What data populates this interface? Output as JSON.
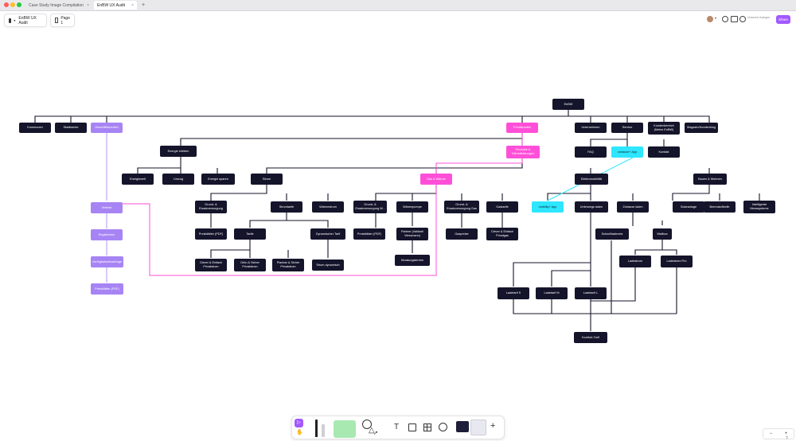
{
  "browser": {
    "tabs": [
      {
        "label": "Case Study Image Compilation"
      },
      {
        "label": "EnBW UX Audit"
      }
    ],
    "new_tab": "+"
  },
  "header": {
    "file_name": "EnBW UX Audit",
    "page_label": "Page 1",
    "share_label": "Share",
    "user_status": "Unsaved changes"
  },
  "zoom": {
    "minus": "−",
    "plus": "+",
    "help": "?"
  },
  "nodes": [
    {
      "id": "enbw",
      "label": "EnBW",
      "style": "dark"
    },
    {
      "id": "kommunen",
      "label": "Kommunen",
      "style": "dark"
    },
    {
      "id": "stadtwerke",
      "label": "Stadtwerke",
      "style": "dark"
    },
    {
      "id": "geschaeft",
      "label": "Geschäftskunden",
      "style": "purple"
    },
    {
      "id": "privat",
      "label": "Privatkunden",
      "style": "pink"
    },
    {
      "id": "unternehmen",
      "label": "Unternehmen",
      "style": "dark"
    },
    {
      "id": "service",
      "label": "Service",
      "style": "dark"
    },
    {
      "id": "kundenbereich",
      "label": "Kundenbereich\n(Meine EnBW)",
      "style": "dark"
    },
    {
      "id": "magazin",
      "label": "Magazin/Kundenblog",
      "style": "dark"
    },
    {
      "id": "energie_erleben",
      "label": "Energie erleben",
      "style": "dark"
    },
    {
      "id": "produkte",
      "label": "Produkte &\nDienstleistungen",
      "style": "pink"
    },
    {
      "id": "faq",
      "label": "FAQ",
      "style": "dark"
    },
    {
      "id": "zuhause_app",
      "label": "zuhause+ App",
      "style": "cyan"
    },
    {
      "id": "kontakt",
      "label": "Kontakt",
      "style": "dark"
    },
    {
      "id": "energiewelt",
      "label": "Energiewelt",
      "style": "dark"
    },
    {
      "id": "umzug",
      "label": "Umzug",
      "style": "dark"
    },
    {
      "id": "energie_sparen",
      "label": "Energie sparen",
      "style": "dark"
    },
    {
      "id": "strom",
      "label": "Strom",
      "style": "dark"
    },
    {
      "id": "gas_waerme",
      "label": "Gas & Wärme",
      "style": "pink"
    },
    {
      "id": "elektromob",
      "label": "Elektromobilität",
      "style": "dark"
    },
    {
      "id": "bauen",
      "label": "Bauen & Wohnen",
      "style": "dark"
    },
    {
      "id": "vertrieb",
      "label": "Vertrieb",
      "style": "purple"
    },
    {
      "id": "grund_strom",
      "label": "Grund- &\nErsatzversorgung",
      "style": "dark"
    },
    {
      "id": "stromtarife",
      "label": "Stromtarife",
      "style": "dark"
    },
    {
      "id": "waermestrom",
      "label": "Wärmestrom",
      "style": "dark"
    },
    {
      "id": "grund_waerme",
      "label": "Grund- &\nErsatzversorgung W...",
      "style": "dark"
    },
    {
      "id": "waermepumpe",
      "label": "Wärmepumpe",
      "style": "dark"
    },
    {
      "id": "grund_gas",
      "label": "Grund- &\nErsatzversorgung Gas",
      "style": "dark"
    },
    {
      "id": "gastarife",
      "label": "Gastarife",
      "style": "dark"
    },
    {
      "id": "mobility_app",
      "label": "mobility+ App",
      "style": "cyan"
    },
    {
      "id": "unterwegs",
      "label": "Unterwegs laden",
      "style": "dark"
    },
    {
      "id": "zuhause_laden",
      "label": "Zuhause laden",
      "style": "dark"
    },
    {
      "id": "solaranlage",
      "label": "Solaranlage",
      "style": "dark"
    },
    {
      "id": "brennstoff",
      "label": "Brennstoffzelle",
      "style": "dark"
    },
    {
      "id": "messsysteme",
      "label": "Intelligente\nMesssysteme",
      "style": "dark"
    },
    {
      "id": "registrieren",
      "label": "Registrieren",
      "style": "purple"
    },
    {
      "id": "preisblaetter_strom",
      "label": "Preisblätter (PDF)",
      "style": "dark"
    },
    {
      "id": "tarife",
      "label": "Tarife",
      "style": "dark"
    },
    {
      "id": "dyn_tarif",
      "label": "Dynamischer Tarif",
      "style": "dark"
    },
    {
      "id": "preisblaetter_waerme",
      "label": "Preisblätter (PDF)",
      "style": "dark"
    },
    {
      "id": "partner",
      "label": "Partner (Vaillant/\nViessmann)",
      "style": "dark"
    },
    {
      "id": "gaspreise",
      "label": "Gaspreise",
      "style": "dark"
    },
    {
      "id": "clever_gas",
      "label": "Clever & Einfach\nPrivatgas",
      "style": "dark"
    },
    {
      "id": "schnellladen",
      "label": "Schnellladenetz",
      "style": "dark"
    },
    {
      "id": "wallbox",
      "label": "Wallbox",
      "style": "dark"
    },
    {
      "id": "verfuegbarkeit",
      "label": "Verfügbarkeitsanfrage",
      "style": "purple"
    },
    {
      "id": "clever_strom",
      "label": "Clever & Einfach\nPrivatstrom",
      "style": "dark"
    },
    {
      "id": "gruen_strom",
      "label": "Grün & Sicher\nPrivatstrom",
      "style": "dark"
    },
    {
      "id": "planbar_strom",
      "label": "Planbar & Sicher\nPrivatstrom",
      "style": "dark"
    },
    {
      "id": "strom_dyn",
      "label": "Strom dynamisch",
      "style": "dark"
    },
    {
      "id": "beratung",
      "label": "Beratungstermin",
      "style": "dark"
    },
    {
      "id": "ladestrom",
      "label": "Ladestrom",
      "style": "dark"
    },
    {
      "id": "ladestrom_pro",
      "label": "Ladestrom Pro",
      "style": "dark"
    },
    {
      "id": "preisblaetter_gk",
      "label": "Preisblätter (PDF)",
      "style": "purple"
    },
    {
      "id": "ladetarif_s",
      "label": "Ladetarif S",
      "style": "dark"
    },
    {
      "id": "ladetarif_m",
      "label": "Ladetarif M",
      "style": "dark"
    },
    {
      "id": "ladetarif_l",
      "label": "Ladetarif L",
      "style": "dark"
    },
    {
      "id": "komfort",
      "label": "Komfort-Tarif",
      "style": "dark"
    }
  ]
}
